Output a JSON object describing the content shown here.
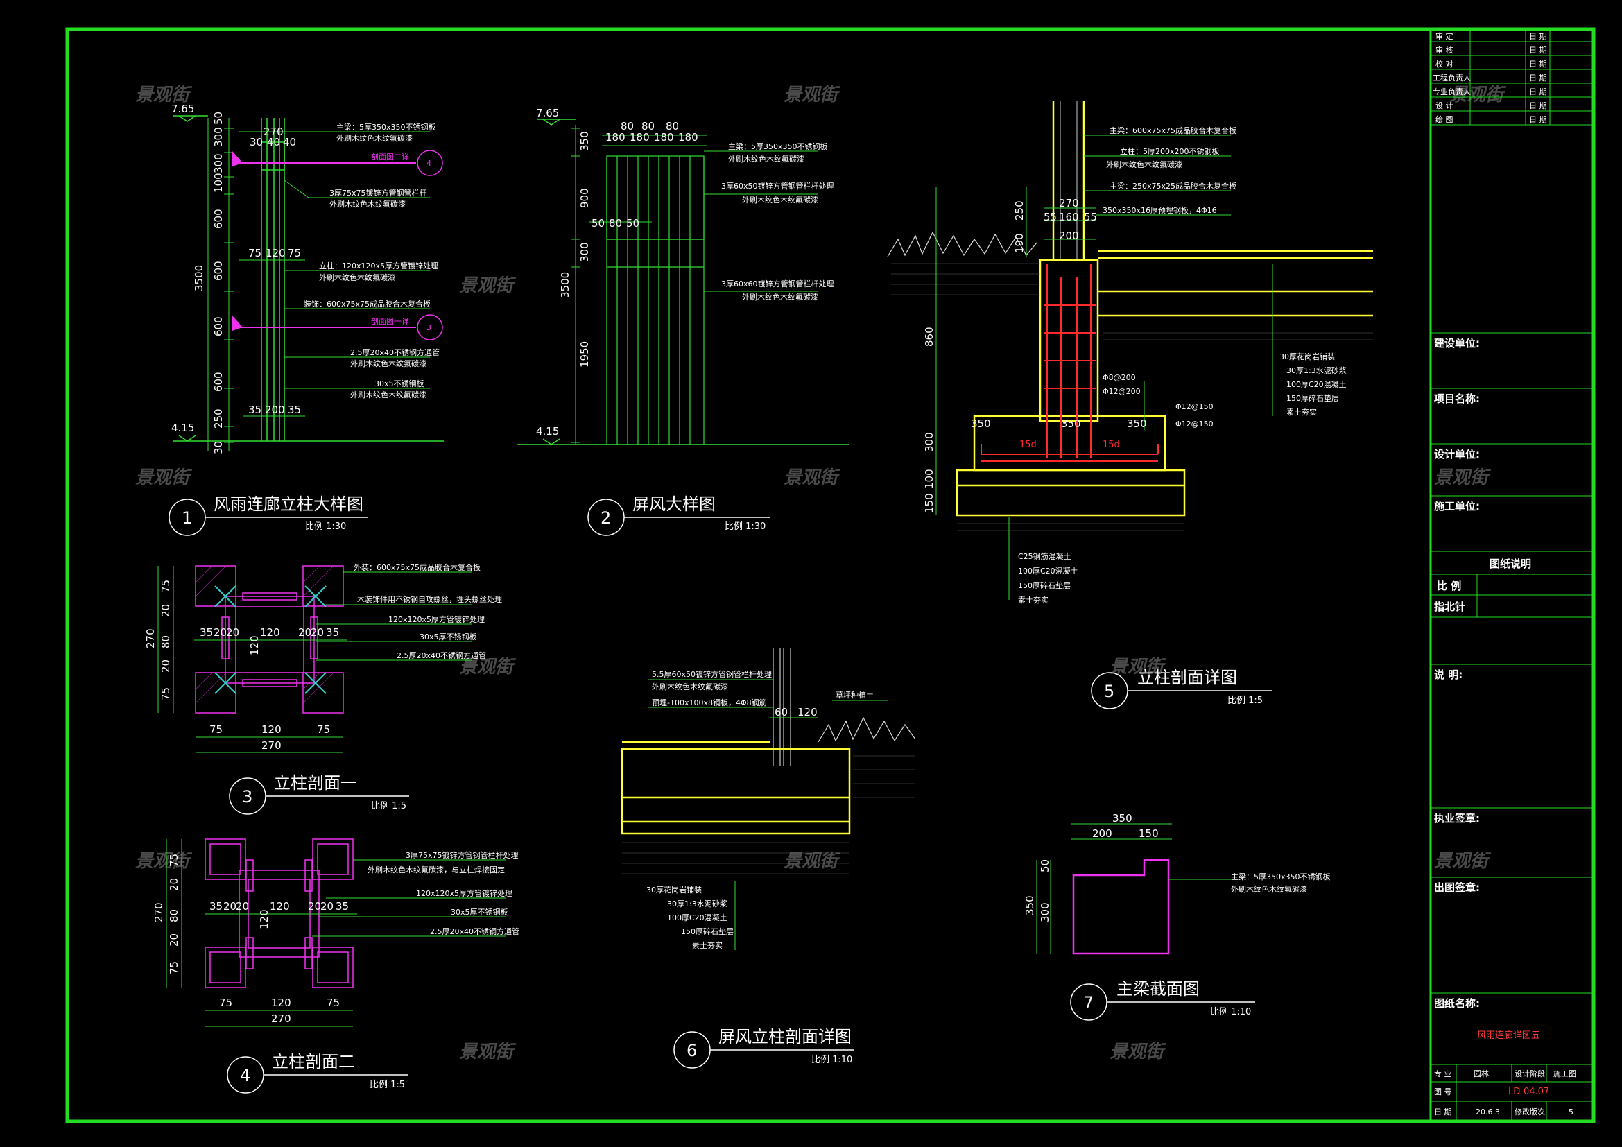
{
  "watermark": "景观街",
  "details": [
    {
      "num": "1",
      "title": "风雨连廊立柱大样图",
      "scale": "比例 1:30"
    },
    {
      "num": "2",
      "title": "屏风大样图",
      "scale": "比例 1:30"
    },
    {
      "num": "3",
      "title": "立柱剖面一",
      "scale": "比例 1:5"
    },
    {
      "num": "4",
      "title": "立柱剖面二",
      "scale": "比例 1:5"
    },
    {
      "num": "5",
      "title": "立柱剖面详图",
      "scale": "比例 1:5"
    },
    {
      "num": "6",
      "title": "屏风立柱剖面详图",
      "scale": "比例 1:10"
    },
    {
      "num": "7",
      "title": "主梁截面图",
      "scale": "比例 1:10"
    }
  ],
  "d1": {
    "elev_top": "7.65",
    "elev_bot": "4.15",
    "dims_v": [
      "50",
      "300",
      "300",
      "100",
      "600",
      "600",
      "600",
      "600",
      "250",
      "30"
    ],
    "dim_total": "3500",
    "dims_top": [
      "270",
      "30",
      "40",
      "40"
    ],
    "dims_mid": [
      "75",
      "120",
      "75"
    ],
    "dims_bot": [
      "35",
      "200",
      "35"
    ],
    "notes": [
      "主梁：5厚350x350不锈钢板",
      "外刷木纹色木纹氟碳漆",
      "剖面图二详",
      "3厚75x75镀锌方管钢管栏杆",
      "外刷木纹色木纹氟碳漆",
      "立柱：120x120x5厚方管镀锌处理",
      "外刷木纹色木纹氟碳漆",
      "装饰：600x75x75成品胶合木复合板",
      "剖面图一详",
      "2.5厚20x40不锈钢方通管",
      "外刷木纹色木纹氟碳漆",
      "30x5不锈钢板",
      "外刷木纹色木纹氟碳漆"
    ],
    "tag1": "4",
    "tag2": "3"
  },
  "d2": {
    "elev_top": "7.65",
    "elev_bot": "4.15",
    "dims_top": [
      "80",
      "80",
      "80"
    ],
    "dims_top2": [
      "180",
      "180",
      "180",
      "180"
    ],
    "dims_v": [
      "350",
      "900",
      "300",
      "1950"
    ],
    "dim_total": "3500",
    "dims_mid": [
      "50",
      "80",
      "50"
    ],
    "notes": [
      "主梁：5厚350x350不锈钢板",
      "外刷木纹色木纹氟碳漆",
      "3厚60x50镀锌方管钢管栏杆处理",
      "外刷木纹色木纹氟碳漆",
      "3厚60x60镀锌方管钢管栏杆处理",
      "外刷木纹色木纹氟碳漆"
    ]
  },
  "d3": {
    "dims_h": [
      "35",
      "20",
      "20",
      "120",
      "20",
      "20",
      "35"
    ],
    "dims_bot": [
      "75",
      "120",
      "75"
    ],
    "dim_total": "270",
    "dims_v": [
      "75",
      "20",
      "80",
      "20",
      "75"
    ],
    "dim_v_total": "270",
    "dim_center": "120",
    "notes": [
      "外装：600x75x75成品胶合木复合板",
      "木装饰件用不锈钢自攻螺丝，埋头螺丝处理",
      "120x120x5厚方管镀锌处理",
      "30x5厚不锈钢板",
      "2.5厚20x40不锈钢方通管"
    ]
  },
  "d4": {
    "dims_h": [
      "35",
      "20",
      "20",
      "120",
      "20",
      "20",
      "35"
    ],
    "dims_bot": [
      "75",
      "120",
      "75"
    ],
    "dim_total": "270",
    "dims_v": [
      "75",
      "20",
      "80",
      "20",
      "75"
    ],
    "dim_v_total": "270",
    "dim_center": "120",
    "notes": [
      "3厚75x75镀锌方管钢管栏杆处理",
      "外刷木纹色木纹氟碳漆，与立柱焊接固定",
      "120x120x5厚方管镀锌处理",
      "30x5厚不锈钢板",
      "2.5厚20x40不锈钢方通管"
    ]
  },
  "d5": {
    "dims_top": [
      "270",
      "55",
      "160",
      "55",
      "200"
    ],
    "dims_v": [
      "250",
      "190",
      "860",
      "300",
      "100",
      "150"
    ],
    "dims_base": [
      "350",
      "350",
      "350"
    ],
    "tag_15d": "15d",
    "notes_top": [
      "主梁：600x75x75成品胶合木复合板",
      "立柱：5厚200x200不锈钢板",
      "外刷木纹色木纹氟碳漆",
      "主梁：250x75x25成品胶合木复合板",
      "350x350x16厚预埋钢板，4Φ16"
    ],
    "notes_right": [
      "30厚花岗岩铺装",
      "30厚1:3水泥砂浆",
      "100厚C20混凝土",
      "150厚碎石垫层",
      "素土夯实"
    ],
    "notes_mid": [
      "Φ8@200",
      "Φ12@200",
      "Φ12@150",
      "Φ12@150"
    ],
    "notes_bot": [
      "C25钢筋混凝土",
      "100厚C20混凝土",
      "150厚碎石垫层",
      "素土夯实"
    ]
  },
  "d6": {
    "dims": [
      "60",
      "120"
    ],
    "notes_top": [
      "5.5厚60x50镀锌方管钢管栏杆处理",
      "外刷木纹色木纹氟碳漆",
      "预埋-100x100x8钢板，4Φ8钢筋"
    ],
    "note_grass": "草坪种植土",
    "notes_bot": [
      "30厚花岗岩铺装",
      "30厚1:3水泥砂浆",
      "100厚C20混凝土",
      "150厚碎石垫层",
      "素土夯实"
    ]
  },
  "d7": {
    "dims_top": [
      "350",
      "200",
      "150"
    ],
    "dims_v": [
      "50",
      "300",
      "350"
    ],
    "notes": [
      "主梁：5厚350x350不锈钢板",
      "外刷木纹色木纹氟碳漆"
    ]
  },
  "title_block": {
    "sign_rows": [
      [
        "审 定",
        "日 期"
      ],
      [
        "审 核",
        "日 期"
      ],
      [
        "校 对",
        "日 期"
      ],
      [
        "工程负责人",
        "日 期"
      ],
      [
        "专业负责人",
        "日 期"
      ],
      [
        "设 计",
        "日 期"
      ],
      [
        "绘 图",
        "日 期"
      ]
    ],
    "build_unit": "建设单位:",
    "project_name": "项目名称:",
    "design_unit": "设计单位:",
    "construct_unit": "施工单位:",
    "drawing_notes": "图纸说明",
    "scale_label": "比 例",
    "north": "指北针",
    "notes_label": "说 明:",
    "practice_seal": "执业签章:",
    "issue_seal": "出图签章:",
    "drawing_name_label": "图纸名称:",
    "drawing_name": "风雨连廊详图五",
    "bottom": [
      [
        "专 业",
        "园林",
        "设计阶段",
        "施工图"
      ],
      [
        "图 号",
        "LD-04.07"
      ],
      [
        "日 期",
        "20.6.3",
        "修改版次",
        "5"
      ]
    ]
  },
  "colors": {
    "frame": "#22dd22",
    "yellow": "#ffff33",
    "magenta": "#ee33ee",
    "red": "#ff2a2a",
    "line": "#33dd33",
    "cyan": "#33cccc"
  }
}
